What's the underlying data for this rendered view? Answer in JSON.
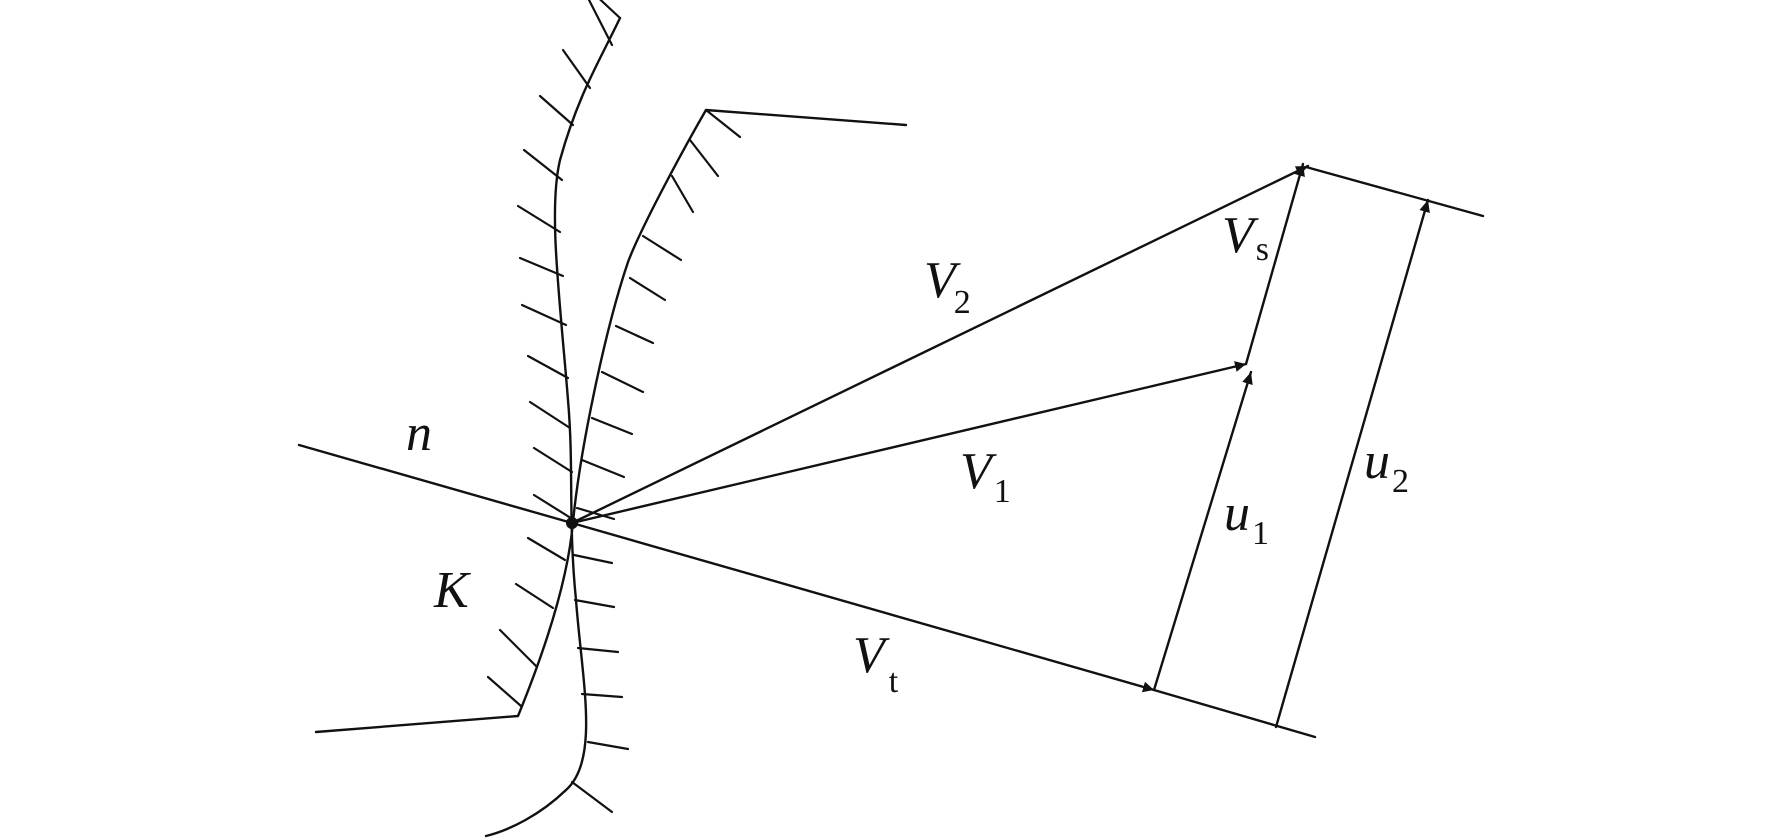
{
  "labels": {
    "n": {
      "main": "n",
      "sub": ""
    },
    "K": {
      "main": "K",
      "sub": ""
    },
    "V2": {
      "main": "V",
      "sub": "2"
    },
    "V1": {
      "main": "V",
      "sub": "1"
    },
    "Vt": {
      "main": "V",
      "sub": "t"
    },
    "Vs": {
      "main": "V",
      "sub": "s"
    },
    "u1": {
      "main": "u",
      "sub": "1"
    },
    "u2": {
      "main": "u",
      "sub": "2"
    }
  },
  "colors": {
    "stroke": "#111111",
    "background": "#ffffff"
  }
}
